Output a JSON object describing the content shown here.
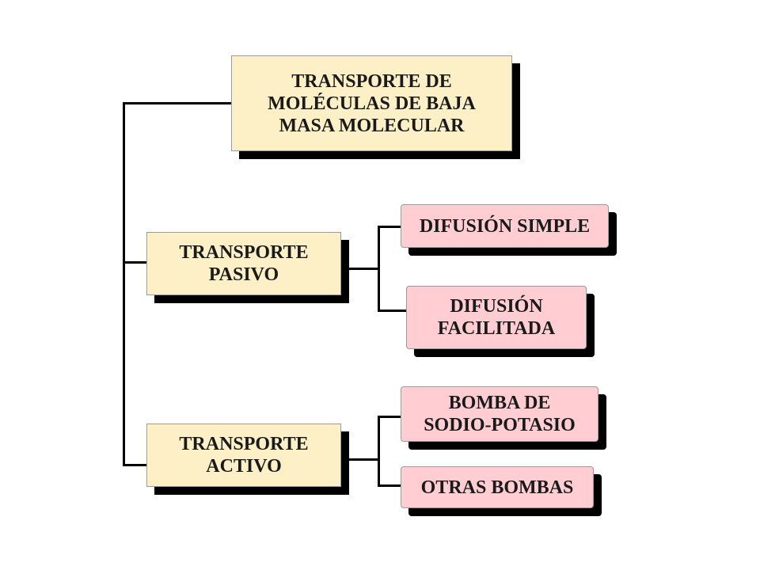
{
  "colors": {
    "main_box_fill": "#fdf0c6",
    "leaf_box_fill": "#ffcdd2",
    "shadow": "#000000",
    "connector": "#000000"
  },
  "root": {
    "label": "TRANSPORTE DE\nMOLÉCULAS DE BAJA\nMASA MOLECULAR"
  },
  "branches": [
    {
      "label": "TRANSPORTE\nPASIVO",
      "children": [
        "DIFUSIÓN SIMPLE",
        "DIFUSIÓN\nFACILITADA"
      ]
    },
    {
      "label": "TRANSPORTE\nACTIVO",
      "children": [
        "BOMBA DE\nSODIO-POTASIO",
        "OTRAS BOMBAS"
      ]
    }
  ]
}
